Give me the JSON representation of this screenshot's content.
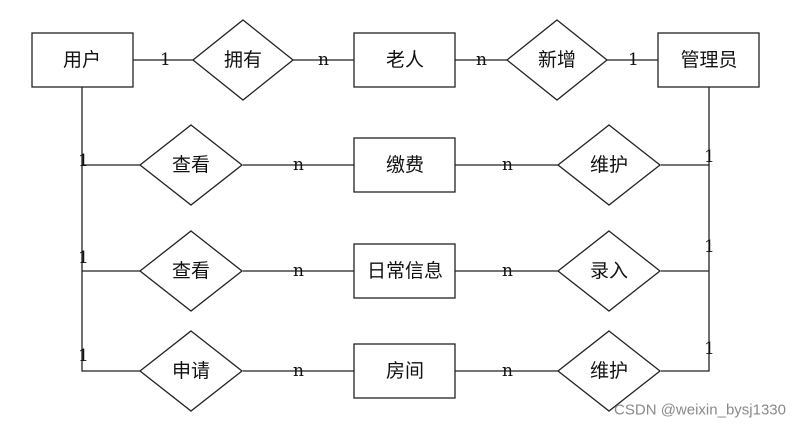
{
  "entities": {
    "user": "用户",
    "elderly": "老人",
    "admin": "管理员",
    "fee": "缴费",
    "dailyinfo": "日常信息",
    "room": "房间"
  },
  "relationships": {
    "owns": "拥有",
    "add": "新增",
    "view_fee": "查看",
    "maint_fee": "维护",
    "view_daily": "查看",
    "input_daily": "录入",
    "apply_room": "申请",
    "maint_room": "维护"
  },
  "cardinalities": {
    "user_owns": "1",
    "owns_elderly": "n",
    "elderly_add": "n",
    "add_admin": "1",
    "user_view_fee": "1",
    "view_fee_fee": "n",
    "fee_maint": "n",
    "maint_fee_admin": "1",
    "user_view_daily": "1",
    "view_daily_info": "n",
    "info_input": "n",
    "input_admin": "1",
    "user_apply": "1",
    "apply_room": "n",
    "room_maint": "n",
    "maint_room_admin": "1"
  },
  "watermark": "CSDN @weixin_bysj1330"
}
